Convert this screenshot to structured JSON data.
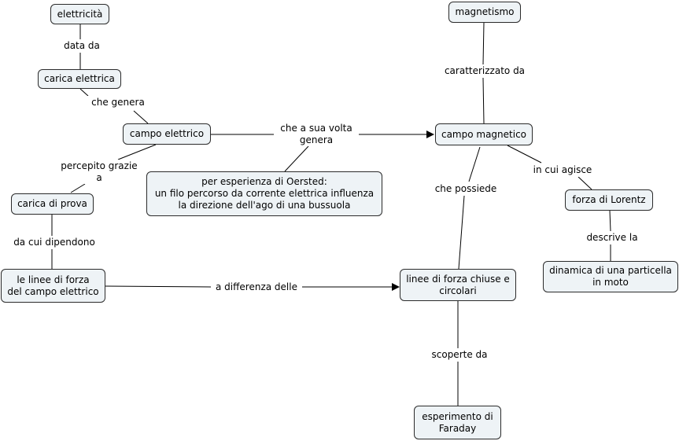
{
  "nodes": {
    "elettricita": "elettricità",
    "carica_elettrica": "carica elettrica",
    "campo_elettrico": "campo elettrico",
    "carica_di_prova": "carica di prova",
    "linee_forza_elettrico": "le linee di forza\ndel campo elettrico",
    "oersted": "per esperienza di Oersted:\nun filo percorso da corrente elettrica influenza\nla direzione dell'ago di una bussuola",
    "magnetismo": "magnetismo",
    "campo_magnetico": "campo magnetico",
    "forza_lorentz": "forza di Lorentz",
    "dinamica_particella": "dinamica di una particella\nin moto",
    "linee_chiuse": "linee di forza chiuse e\ncircolari",
    "faraday": "esperimento di\nFaraday"
  },
  "links": {
    "data_da": "data da",
    "che_genera": "che genera",
    "percepito_grazie_a": "percepito grazie\na",
    "da_cui_dipendono": "da cui dipendono",
    "che_a_sua_volta_genera": "che a sua volta\ngenera",
    "a_differenza_delle": "a differenza delle",
    "caratterizzato_da": "caratterizzato da",
    "che_possiede": "che possiede",
    "in_cui_agisce": "in cui agisce",
    "descrive_la": "descrive la",
    "scoperte_da": "scoperte da"
  },
  "colors": {
    "node_fill": "#eef3f6",
    "node_border": "#2b2b2b",
    "line": "#000000"
  }
}
